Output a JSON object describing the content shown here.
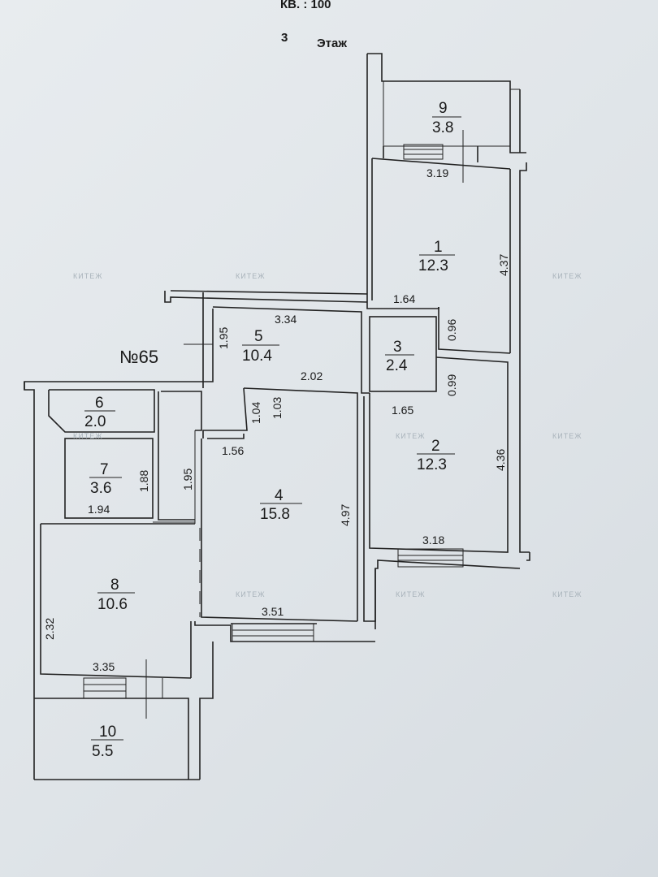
{
  "header": {
    "top_text": "КВ. : 100",
    "floor_number": "3",
    "floor_label": "Этаж"
  },
  "apartment_label": "№65",
  "watermark": "КИТЕЖ",
  "rooms": [
    {
      "number": "1",
      "area": "12.3"
    },
    {
      "number": "2",
      "area": "12.3"
    },
    {
      "number": "3",
      "area": "2.4"
    },
    {
      "number": "4",
      "area": "15.8"
    },
    {
      "number": "5",
      "area": "10.4"
    },
    {
      "number": "6",
      "area": "2.0"
    },
    {
      "number": "7",
      "area": "3.6"
    },
    {
      "number": "8",
      "area": "10.6"
    },
    {
      "number": "9",
      "area": "3.8"
    },
    {
      "number": "10",
      "area": "5.5"
    }
  ],
  "dimensions": {
    "d_3_19": "3.19",
    "d_4_37": "4.37",
    "d_1_64": "1.64",
    "d_0_96": "0.96",
    "d_0_99": "0.99",
    "d_1_65": "1.65",
    "d_4_36": "4.36",
    "d_3_18": "3.18",
    "d_3_34": "3.34",
    "d_1_95a": "1.95",
    "d_2_02": "2.02",
    "d_1_04": "1.04",
    "d_1_03": "1.03",
    "d_1_56": "1.56",
    "d_4_97": "4.97",
    "d_3_51": "3.51",
    "d_1_88": "1.88",
    "d_1_95b": "1.95",
    "d_1_94": "1.94",
    "d_2_32": "2.32",
    "d_3_35": "3.35"
  }
}
